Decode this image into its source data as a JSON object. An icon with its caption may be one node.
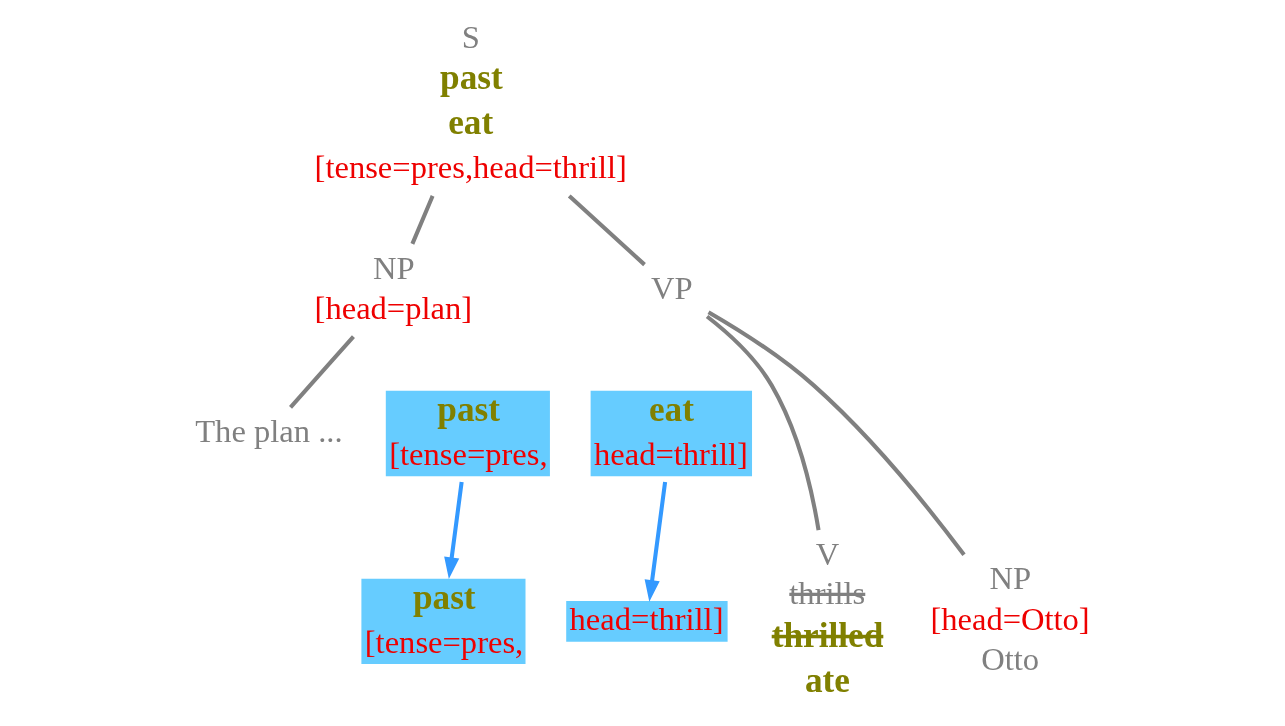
{
  "diagram": {
    "nodes": [
      {
        "text": [
          "S",
          "past",
          "eat",
          "[tense=pres,head=thrill]"
        ]
      },
      {
        "text": [
          "NP",
          "[head=plan]"
        ]
      },
      {
        "text": [
          "The plan ..."
        ]
      },
      {
        "text": [
          "VP"
        ]
      },
      {
        "text": [
          "past",
          "[tense=pres,"
        ]
      },
      {
        "text": [
          "eat",
          "head=thrill]"
        ]
      },
      {
        "text": [
          "V",
          "thrills",
          "thrilled",
          "ate"
        ]
      },
      {
        "text": [
          "past",
          "[tense=pres,"
        ]
      },
      {
        "text": [
          "head=thrill]"
        ]
      },
      {
        "text": [
          "NP",
          "[head=Otto]",
          "Otto"
        ]
      }
    ],
    "edges": [
      {
        "from": 0,
        "to": 1,
        "arrow": "none"
      },
      {
        "from": 0,
        "to": 3,
        "arrow": "none"
      },
      {
        "from": 1,
        "to": 2,
        "arrow": "none"
      },
      {
        "from": 3,
        "to": 6,
        "arrow": "none"
      },
      {
        "from": 3,
        "to": 9,
        "arrow": "none"
      },
      {
        "from": 4,
        "to": 7,
        "arrow": "to",
        "color": "#3399ff"
      },
      {
        "from": 5,
        "to": 8,
        "arrow": "to",
        "color": "#3399ff"
      }
    ]
  }
}
